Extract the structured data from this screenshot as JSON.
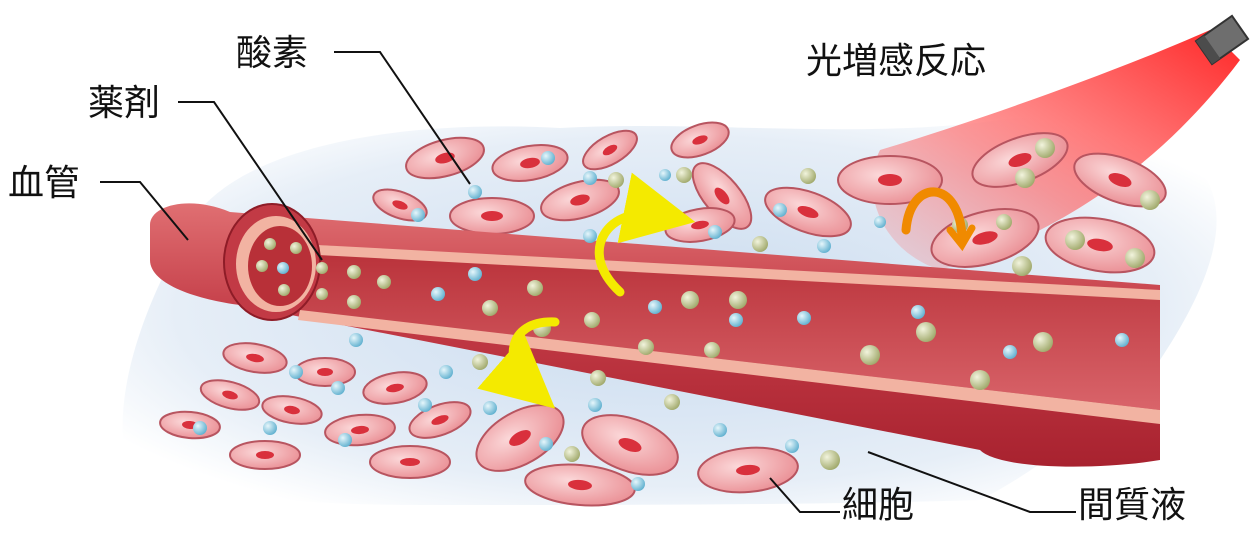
{
  "labels": {
    "oxygen": "酸素",
    "drug": "薬剤",
    "vessel": "血管",
    "light_sensitization": "光増感反応",
    "cell": "細胞",
    "interstitial_fluid": "間質液"
  },
  "colors": {
    "vessel_wall": "#c23a45",
    "vessel_inner": "#f2b3a2",
    "cell_fill": "#ef9ea2",
    "cell_nucleus": "#d9303c",
    "oxygen_bubble": "#7ec3dd",
    "drug_particle": "#c9d29a",
    "tissue_background": "#d7e3f1",
    "arrow_yellow": "#f4ea00",
    "arrow_orange": "#f08a00",
    "light_beam": "#ff2a2a"
  },
  "icons": {
    "light_source": "light-projector-icon"
  }
}
